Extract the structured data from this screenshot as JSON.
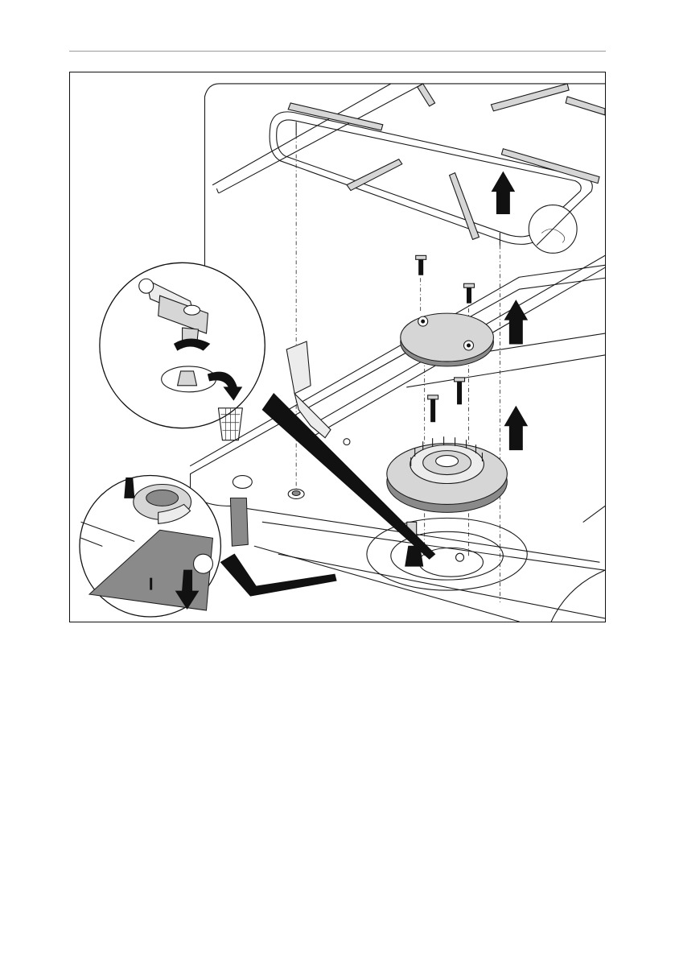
{
  "page": {
    "background": "#ffffff",
    "rule_color": "#9a9a9a"
  },
  "figure": {
    "frame_color": "#111111",
    "metal_fill": "#d6d6d6",
    "dark_fill": "#8a8a8a",
    "arrow_fill": "#111111",
    "icons": [
      "pan-support-grid",
      "upward-arrow-icon",
      "downward-arrow-icon",
      "rotate-arrow-icon",
      "screw-icon",
      "flame-cap",
      "burner-crown",
      "strainer-basket-icon",
      "detail-magnifier"
    ]
  }
}
